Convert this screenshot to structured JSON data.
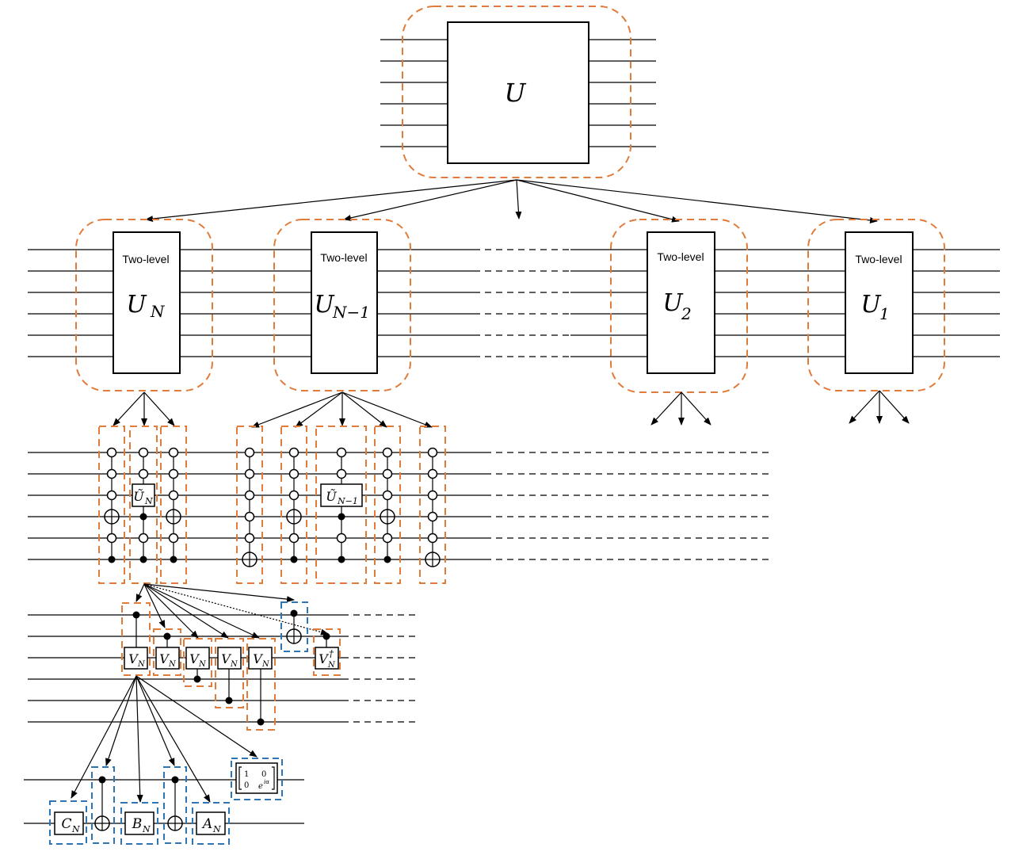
{
  "top": {
    "symbol": "U"
  },
  "level_label": "Two-level",
  "level_blocks": [
    {
      "base": "U",
      "sub": "N"
    },
    {
      "base": "U",
      "sub": "N−1"
    },
    {
      "base": "U",
      "sub": "2"
    },
    {
      "base": "U",
      "sub": "1"
    }
  ],
  "gates": {
    "u_tilde_n": {
      "base": "Ũ",
      "sub": "N"
    },
    "u_tilde_n1": {
      "base": "Ũ",
      "sub": "N−1"
    },
    "v_n": {
      "base": "V",
      "sub": "N"
    },
    "v_n_dagger": {
      "base": "V",
      "sub": "N",
      "sup": "†"
    },
    "c_n": {
      "base": "C",
      "sub": "N"
    },
    "b_n": {
      "base": "B",
      "sub": "N"
    },
    "a_n": {
      "base": "A",
      "sub": "N"
    },
    "phase_matrix": {
      "r1c1": "1",
      "r1c2": "0",
      "r2c1": "0",
      "r2c2": "e",
      "r2c2_sup": "iα"
    }
  },
  "colors": {
    "orange_box": "#e07b39",
    "blue_box": "#2e75b6",
    "line": "#000000"
  }
}
